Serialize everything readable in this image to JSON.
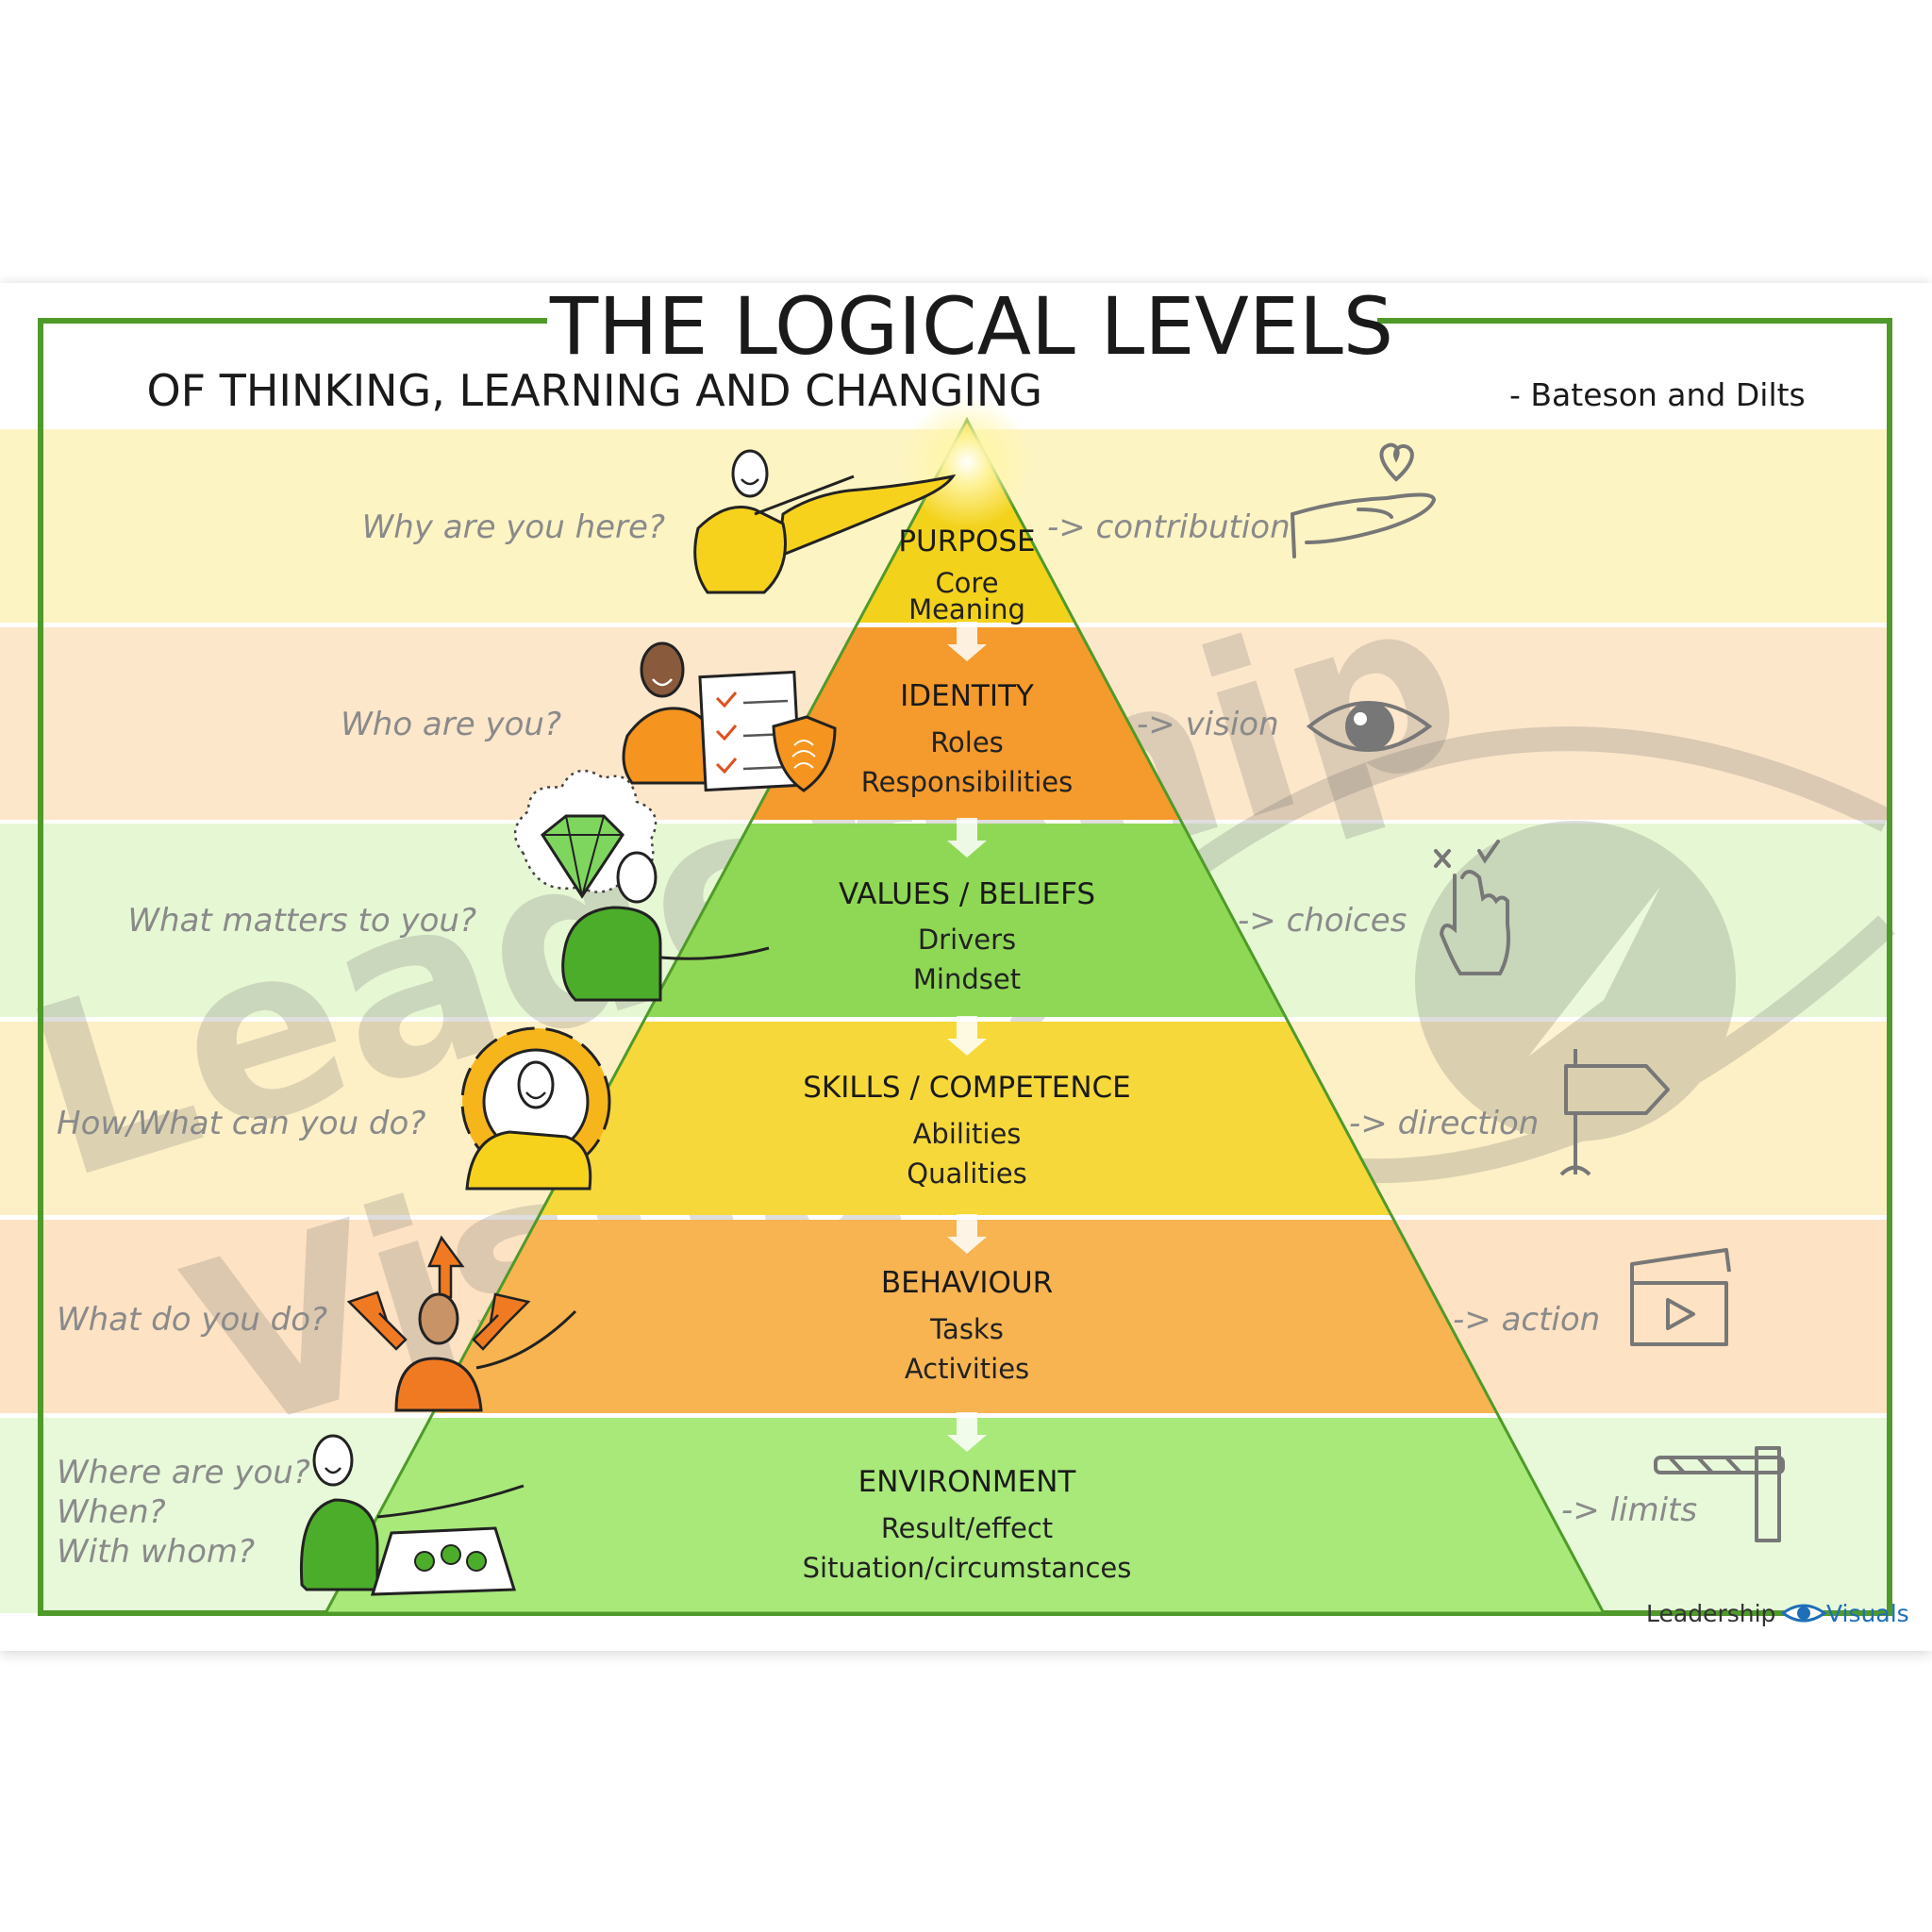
{
  "title": {
    "main": "THE LOGICAL LEVELS",
    "subtitle": "OF THINKING, LEARNING AND CHANGING",
    "credit": "- Bateson and Dilts"
  },
  "levels": [
    {
      "name": "PURPOSE",
      "sub1": "Core",
      "sub2": "Meaning",
      "question_lines": [
        "Why are you here?"
      ],
      "outcome": "-> contribution",
      "color": "#f3d21b",
      "band": "#fdf4c4"
    },
    {
      "name": "IDENTITY",
      "sub1": "Roles",
      "sub2": "Responsibilities",
      "question_lines": [
        "Who are you?"
      ],
      "outcome": "-> vision",
      "color": "#f59a2c",
      "band": "#fde7cb"
    },
    {
      "name": "VALUES / BELIEFS",
      "sub1": "Drivers",
      "sub2": "Mindset",
      "question_lines": [
        "What matters to you?"
      ],
      "outcome": "-> choices",
      "color": "#8fd855",
      "band": "#e6f7d4"
    },
    {
      "name": "SKILLS / COMPETENCE",
      "sub1": "Abilities",
      "sub2": "Qualities",
      "question_lines": [
        "How/What can you do?"
      ],
      "outcome": "-> direction",
      "color": "#f6d83a",
      "band": "#fdf0c7"
    },
    {
      "name": "BEHAVIOUR",
      "sub1": "Tasks",
      "sub2": "Activities",
      "question_lines": [
        "What do you do?"
      ],
      "outcome": "-> action",
      "color": "#f7b451",
      "band": "#fde2c3"
    },
    {
      "name": "ENVIRONMENT",
      "sub1": "Result/effect",
      "sub2": "Situation/circumstances",
      "question_lines": [
        "Where are you?",
        "When?",
        "With whom?"
      ],
      "outcome": "-> limits",
      "color": "#a8e97a",
      "band": "#e7f9d9"
    }
  ],
  "watermark": {
    "line1": "Leadership",
    "line2": "Visuals"
  },
  "logo": {
    "part1": "Leadership",
    "part2": "Visuals"
  },
  "colors": {
    "frame": "#4f9a2a",
    "outline": "#4f9a2a",
    "eye": "#1e6fb8"
  }
}
